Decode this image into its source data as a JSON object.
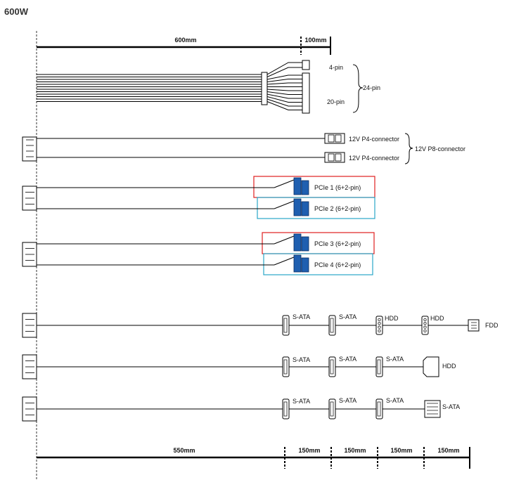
{
  "title": "600W",
  "top_dims": {
    "main": "600mm",
    "extra": "100mm"
  },
  "atx": {
    "pin4": "4-pin",
    "pin20": "20-pin",
    "pin24": "24-pin"
  },
  "eps": {
    "conn_a": "12V P4-connector",
    "conn_b": "12V P4-connector",
    "combined": "12V P8-connector"
  },
  "pcie": [
    {
      "label": "PCIe 1 (6+2-pin)",
      "highlight": "#e02020"
    },
    {
      "label": "PCIe 2 (6+2-pin)",
      "highlight": "#2aa6c8"
    },
    {
      "label": "PCIe 3 (6+2-pin)",
      "highlight": "#e02020"
    },
    {
      "label": "PCIe 4 (6+2-pin)",
      "highlight": "#2aa6c8"
    }
  ],
  "pcie_color": "#1f5fb0",
  "cable1": [
    "S-ATA",
    "S-ATA",
    "HDD",
    "HDD",
    "FDD"
  ],
  "cable2": [
    "S-ATA",
    "S-ATA",
    "S-ATA",
    "HDD"
  ],
  "cable3": [
    "S-ATA",
    "S-ATA",
    "S-ATA",
    "S-ATA"
  ],
  "bottom_dims": [
    "550mm",
    "150mm",
    "150mm",
    "150mm",
    "150mm"
  ]
}
